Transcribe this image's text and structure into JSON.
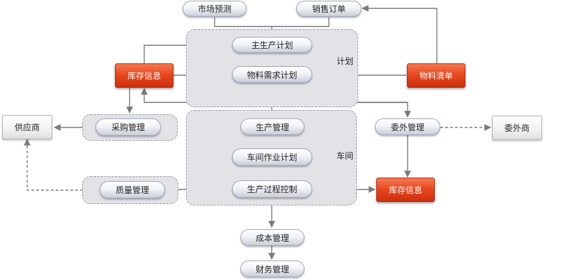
{
  "nodes": {
    "market_forecast": "市场预测",
    "sales_order": "销售订单",
    "master_plan": "主生产计划",
    "inventory_top": "库存信息",
    "mrp": "物料需求计划",
    "bom": "物料清单",
    "purchase": "采购管理",
    "supplier": "供应商",
    "production_mgmt": "生产管理",
    "outsource": "委外管理",
    "outsourcer": "委外商",
    "workshop_plan": "车间作业计划",
    "quality": "质量管理",
    "process_control": "生产过程控制",
    "inventory_bottom": "库存信息",
    "cost": "成本管理",
    "finance": "财务管理"
  },
  "groups": {
    "plan_label": "计划",
    "workshop_label": "车间"
  },
  "colors": {
    "highlight": "#e8481f",
    "group_fill": "#e3e3e7",
    "connector": "#7a7a7a"
  }
}
